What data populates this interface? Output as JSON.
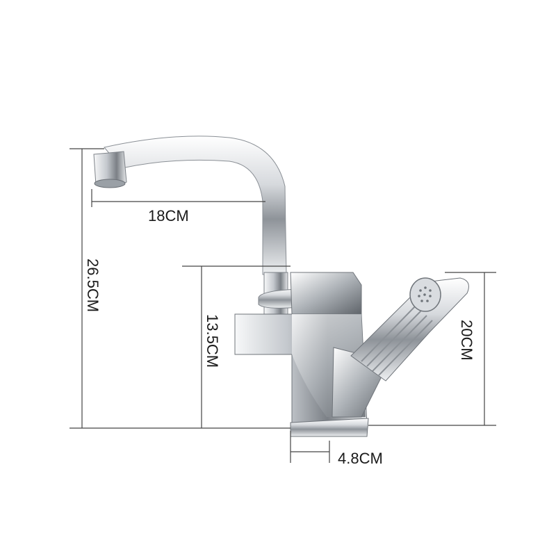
{
  "dimensions": {
    "spout_reach": "18CM",
    "total_height": "26.5CM",
    "body_height": "13.5CM",
    "spray_height": "20CM",
    "base_width": "4.8CM"
  },
  "colors": {
    "chrome_light": "#f4f6f8",
    "chrome_mid": "#b9bec4",
    "chrome_dark": "#6a6f75",
    "dimension_line": "#444444",
    "label": "#1a1a1a"
  }
}
